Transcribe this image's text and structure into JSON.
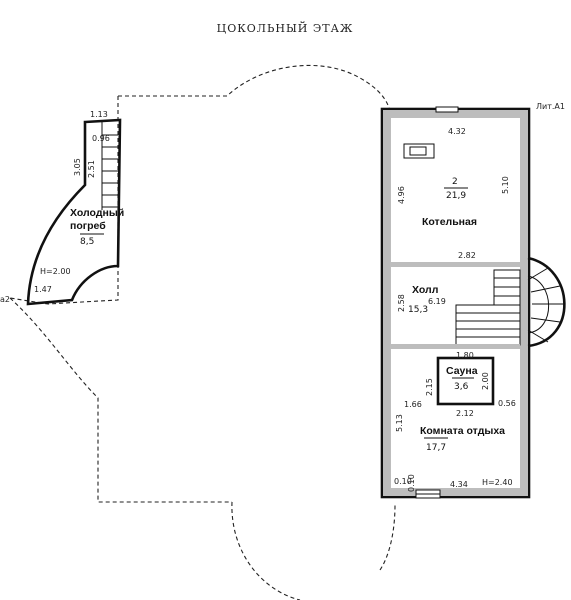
{
  "title": "ЦОКОЛЬНЫЙ ЭТАЖ",
  "lit_label": "Лит.А1",
  "edge_label": "a2",
  "rooms": {
    "cellar": {
      "name_1": "Холодный",
      "name_2": "погреб",
      "area": "8,5",
      "height": "H=2.00"
    },
    "boiler": {
      "number": "2",
      "name": "Котельная",
      "area": "21,9"
    },
    "hall": {
      "name": "Холл",
      "area": "15,3"
    },
    "sauna": {
      "name": "Сауна",
      "area": "3,6"
    },
    "rest": {
      "name": "Комната отдыха",
      "area": "17,7",
      "height": "H=2.40"
    }
  },
  "dims": {
    "c_113": "1.13",
    "c_096": "0.96",
    "c_305": "3.05",
    "c_251": "2.51",
    "c_147": "1.47",
    "b_432": "4.32",
    "b_496": "4.96",
    "b_510": "5.10",
    "b_282": "2.82",
    "h_258": "2.58",
    "h_619": "6.19",
    "s_180": "1.80",
    "s_215": "2.15",
    "s_200": "2.00",
    "s_212": "2.12",
    "r_166": "1.66",
    "r_056": "0.56",
    "r_513": "5.13",
    "r_010a": "0.10",
    "r_010b": "0.10",
    "r_434": "4.34"
  }
}
